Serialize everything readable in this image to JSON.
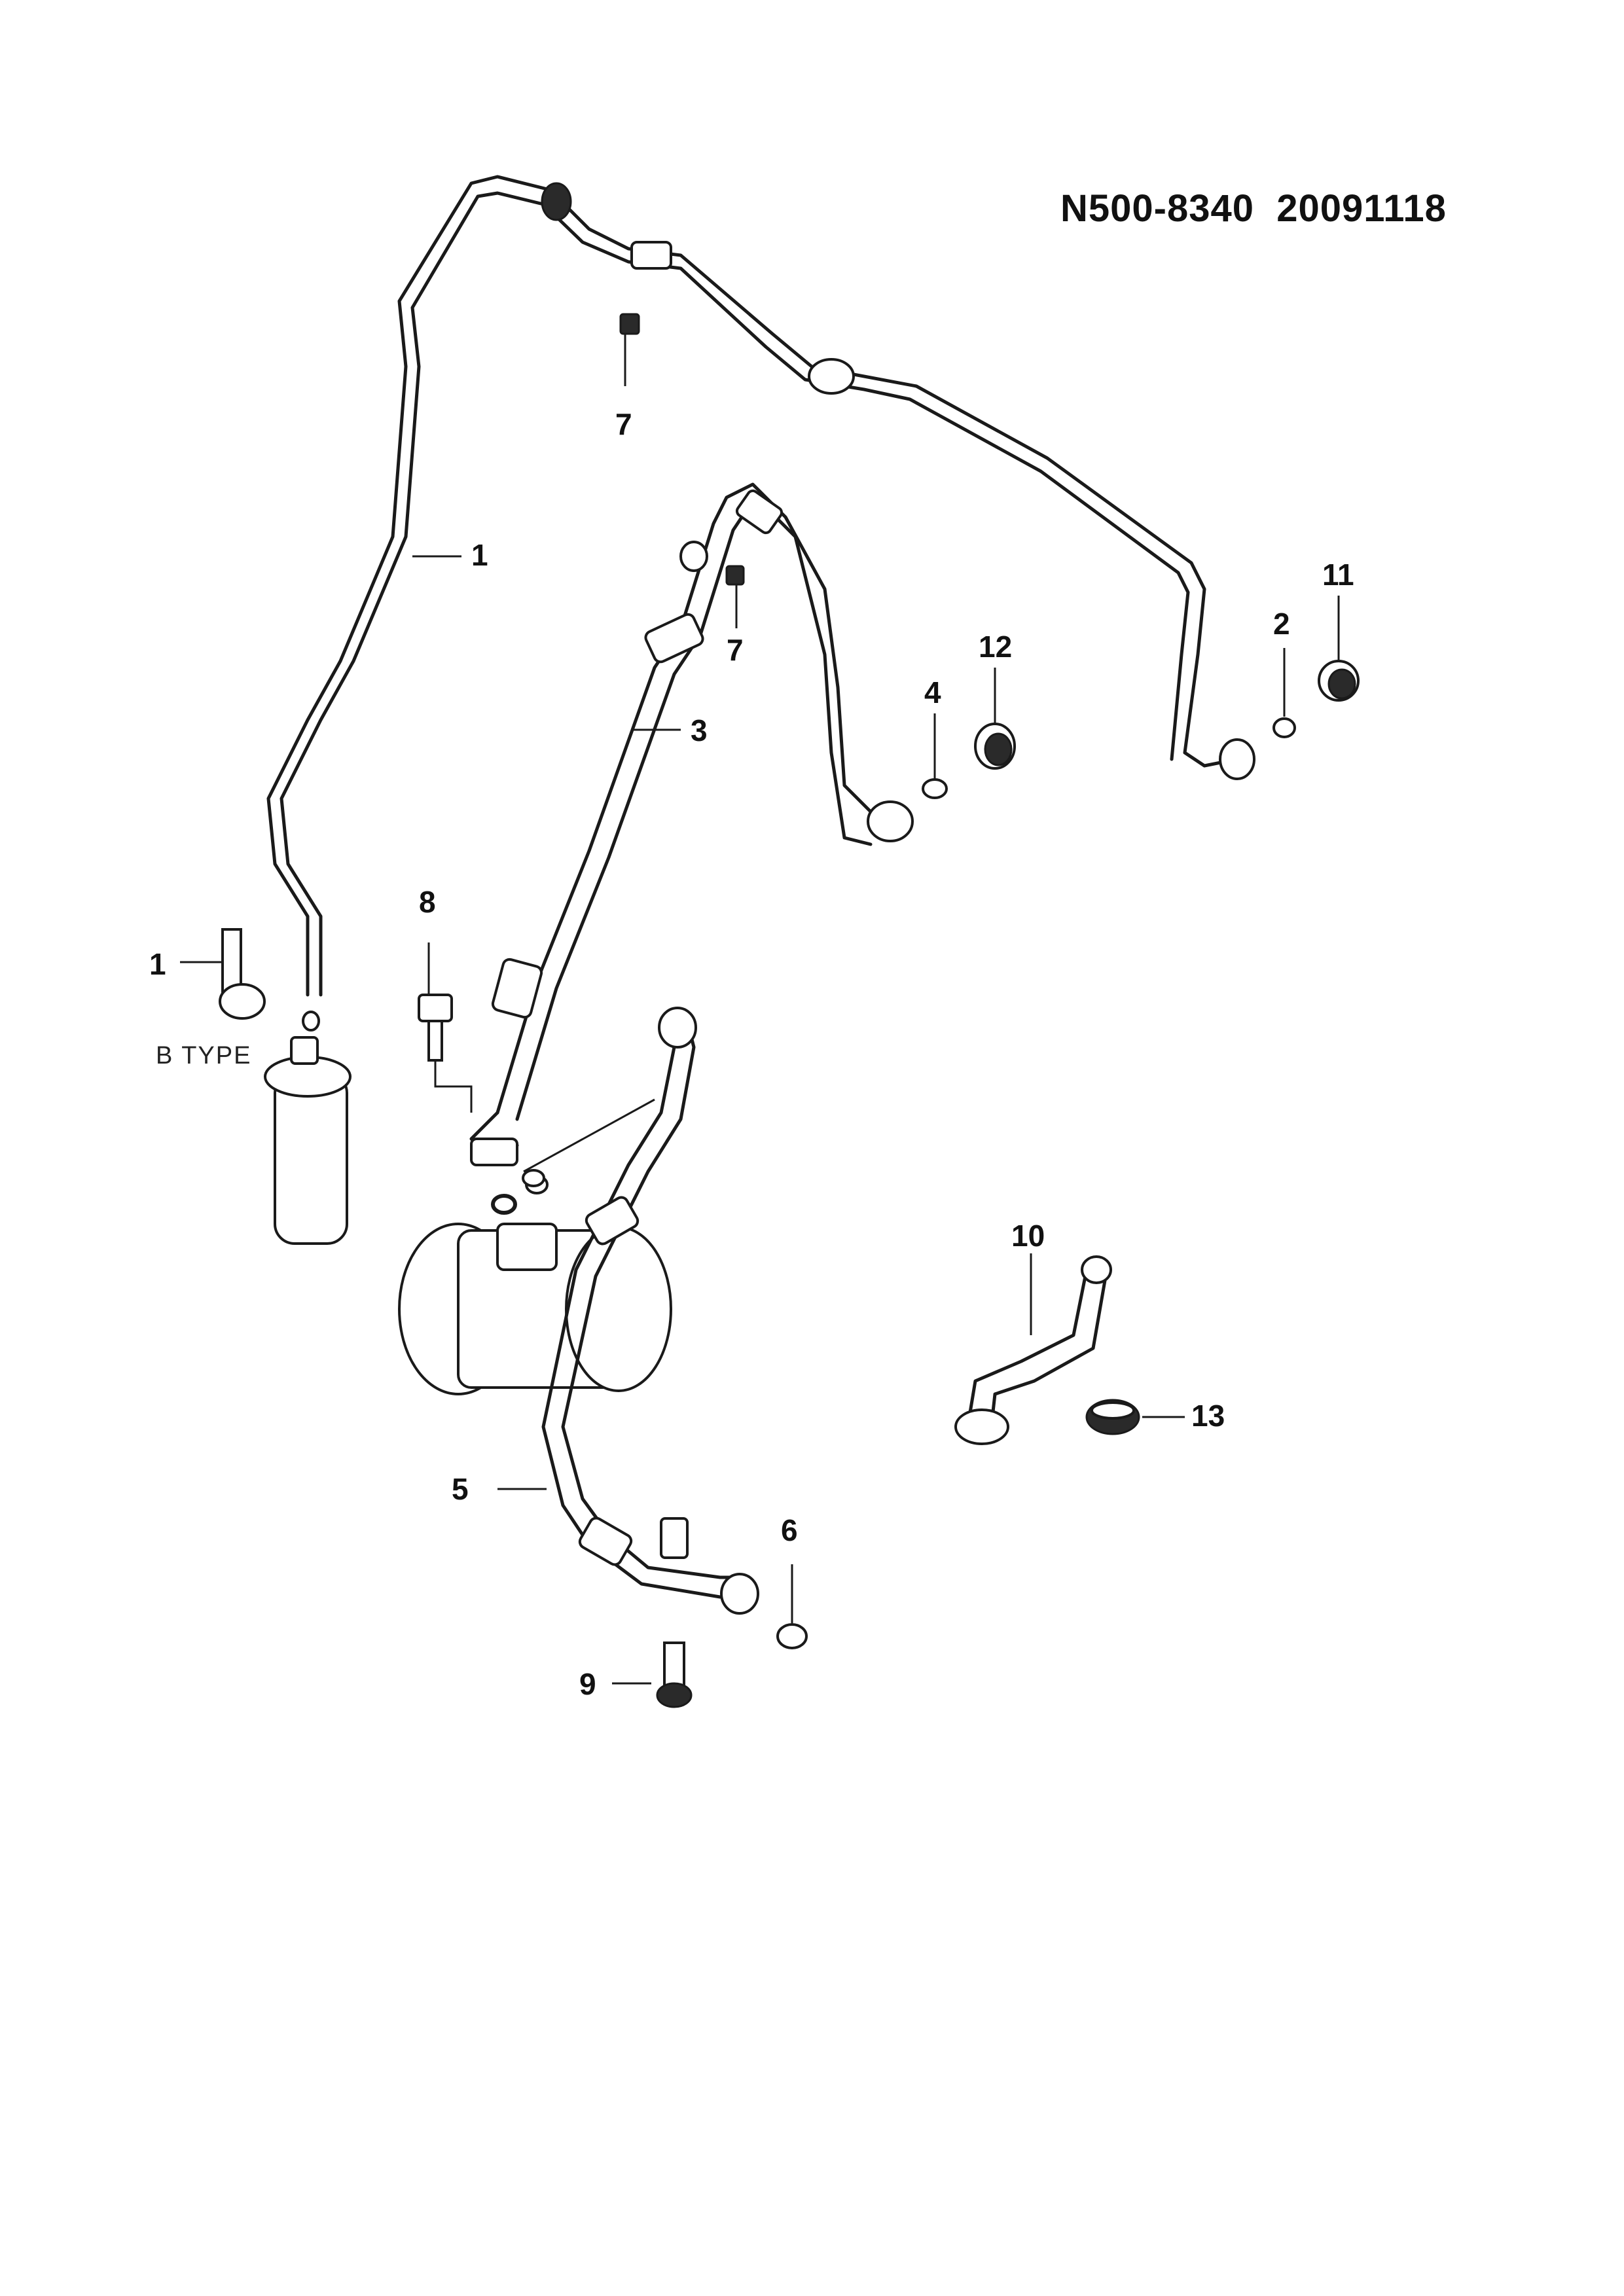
{
  "header": {
    "title": "N500-8340  20091118"
  },
  "labels": {
    "type_variant": "B TYPE"
  },
  "callouts": [
    {
      "id": "c1a",
      "text": "1"
    },
    {
      "id": "c1b",
      "text": "1"
    },
    {
      "id": "c2",
      "text": "2"
    },
    {
      "id": "c3",
      "text": "3"
    },
    {
      "id": "c4",
      "text": "4"
    },
    {
      "id": "c5",
      "text": "5"
    },
    {
      "id": "c6",
      "text": "6"
    },
    {
      "id": "c7a",
      "text": "7"
    },
    {
      "id": "c7b",
      "text": "7"
    },
    {
      "id": "c8",
      "text": "8"
    },
    {
      "id": "c9",
      "text": "9"
    },
    {
      "id": "c10",
      "text": "10"
    },
    {
      "id": "c11",
      "text": "11"
    },
    {
      "id": "c12",
      "text": "12"
    },
    {
      "id": "c13",
      "text": "13"
    }
  ]
}
